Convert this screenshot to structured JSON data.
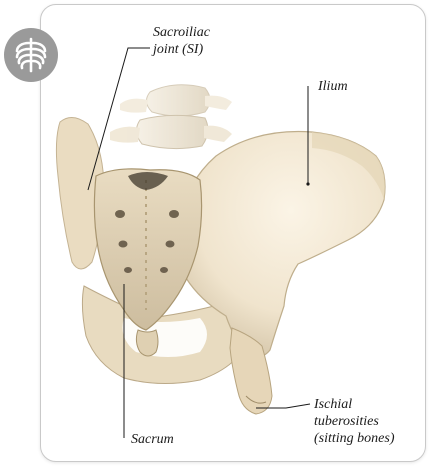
{
  "labels": {
    "sacroiliac_line1": "Sacroiliac",
    "sacroiliac_line2": "joint (SI)",
    "ilium": "Ilium",
    "ischial_line1": "Ischial",
    "ischial_line2": "tuberosities",
    "ischial_line3": "(sitting bones)",
    "sacrum": "Sacrum"
  },
  "icons": {
    "badge": "ribcage-icon"
  },
  "colors": {
    "bone": "#f0e4cd",
    "bone_shadow": "#cdbd9f",
    "bone_dark": "#8f7f66",
    "badge": "#9a9a9a",
    "card_border": "#c9c9c9"
  }
}
